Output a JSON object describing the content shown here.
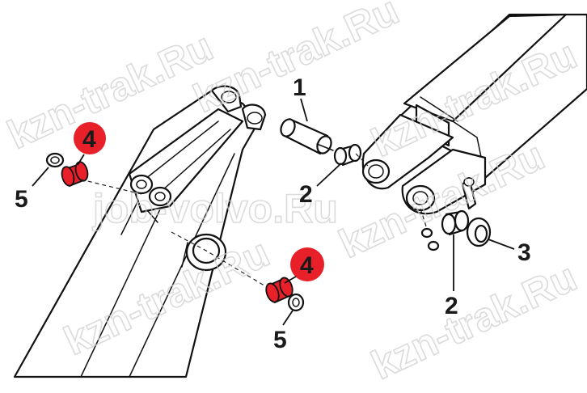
{
  "watermarks": [
    "kzn-trak.Ru",
    "kzn-trak.Ru",
    "job-volvo.Ru",
    "kzn-trak.Ru",
    "kzn-trak.Ru",
    "kzn-trak.Ru",
    "kzn-trak.Ru"
  ],
  "callouts": {
    "c1": "1",
    "c2a": "2",
    "c2b": "2",
    "c3": "3",
    "c4a": "4",
    "c4b": "4",
    "c5a": "5",
    "c5b": "5"
  },
  "colors": {
    "highlight": "#e8202a",
    "line": "#111111",
    "watermark": "#cfcfcf"
  }
}
